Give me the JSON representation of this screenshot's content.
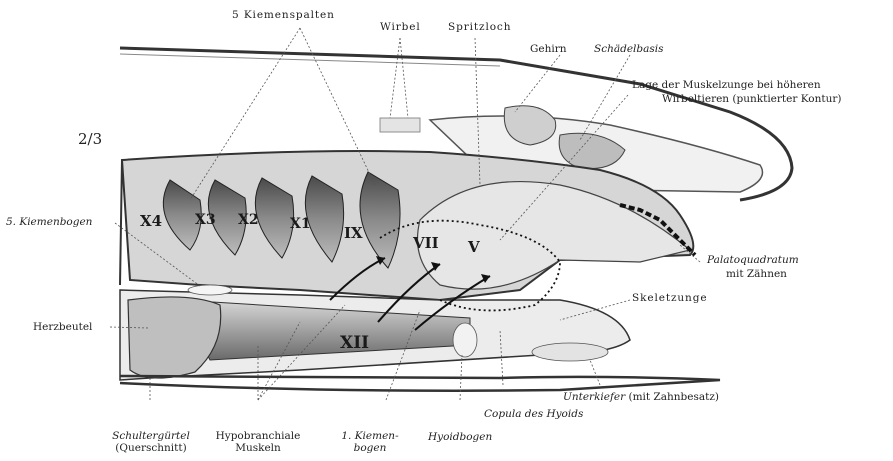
{
  "figure": {
    "scale": "2/3",
    "labels": {
      "kiemenspalten": "5 Kiemenspalten",
      "wirbel": "Wirbel",
      "spritzloch": "Spritzloch",
      "gehirn": "Gehirn",
      "schaedelbasis": "Schädelbasis",
      "muskelzunge_1": "Lage der Muskelzunge bei höheren",
      "muskelzunge_2": "Wirbeltieren (punktierter Kontur)",
      "kiemenbogen5": "5. Kiemenbogen",
      "palatoquadratum_1": "Palatoquadratum",
      "palatoquadratum_2": "mit Zähnen",
      "skeletzunge": "Skeletzunge",
      "herzbeutel": "Herzbeutel",
      "unterkiefer_it": "Unterkiefer",
      "unterkiefer_rest": "(mit Zahnbesatz)",
      "copula": "Copula des Hyoids",
      "schulterguertel_1": "Schultergürtel",
      "schulterguertel_2": "(Querschnitt)",
      "hypobranchiale_1": "Hypobranchiale",
      "hypobranchiale_2": "Muskeln",
      "kiemenbogen1_1": "1. Kiemen-",
      "kiemenbogen1_2": "bogen",
      "hyoidbogen": "Hyoidbogen"
    },
    "nerves": {
      "x4": "X4",
      "x3": "X3",
      "x2": "X2",
      "x1": "X1",
      "ix": "IX",
      "vii": "VII",
      "v": "V",
      "xii": "XII"
    }
  }
}
